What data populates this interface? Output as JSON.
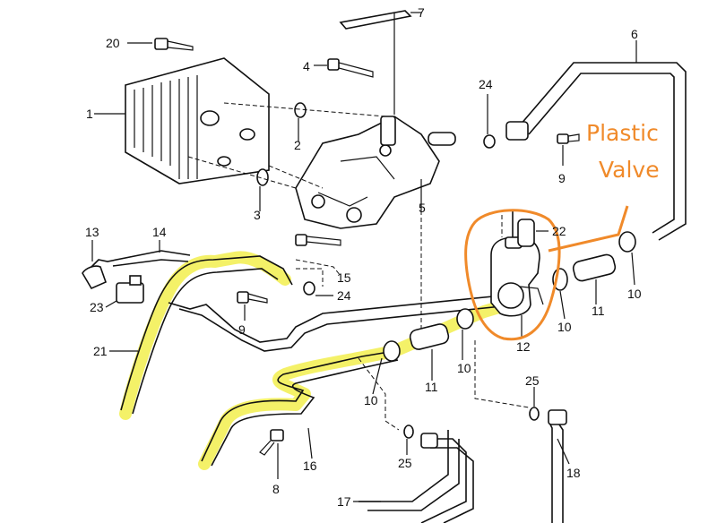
{
  "annotation": {
    "line1": "Plastic",
    "line2": "Valve",
    "color": "#f08a2a"
  },
  "highlight_color": "#f3ef58",
  "callouts": [
    "7",
    "6",
    "20",
    "4",
    "24",
    "1",
    "2",
    "9",
    "3",
    "5",
    "13",
    "14",
    "22",
    "15",
    "24",
    "10",
    "23",
    "11",
    "9",
    "10",
    "12",
    "21",
    "10",
    "25",
    "11",
    "10",
    "16",
    "25",
    "18",
    "8",
    "17"
  ]
}
